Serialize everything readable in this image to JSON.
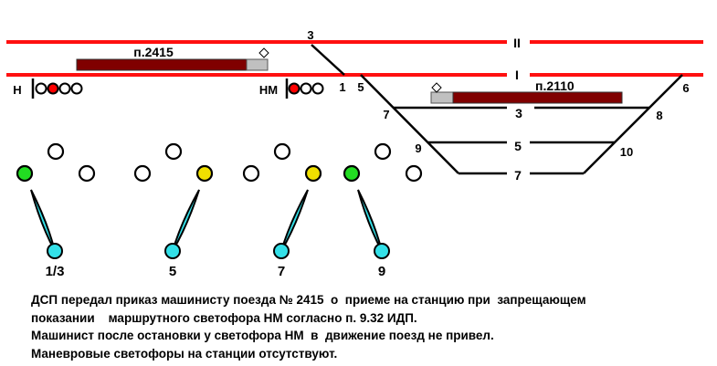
{
  "colors": {
    "track_main": "#ff1010",
    "track_side": "#000000",
    "train": "#800000",
    "train_tail": "#c0c0c0",
    "lever": "#33e0e8",
    "lamp_green": "#22dd22",
    "lamp_yellow": "#f0e000",
    "lamp_red": "#ff0000"
  },
  "tracks": {
    "main_II": "II",
    "main_I": "I",
    "side_3": "3",
    "side_5": "5",
    "side_7": "7"
  },
  "switches": {
    "s1": "1",
    "s3": "3",
    "s5": "5",
    "s6": "6",
    "s7": "7",
    "s8": "8",
    "s9": "9",
    "s10": "10"
  },
  "trains": [
    {
      "label": "п.2415"
    },
    {
      "label": "п.2110"
    }
  ],
  "signals": [
    {
      "label": "Н",
      "lit": "red"
    },
    {
      "label": "НМ",
      "lit": "red"
    }
  ],
  "levers": [
    {
      "label": "1/3",
      "position": "left",
      "lamps": [
        "green",
        "white",
        "white"
      ]
    },
    {
      "label": "5",
      "position": "right",
      "lamps": [
        "white",
        "white",
        "yellow"
      ]
    },
    {
      "label": "7",
      "position": "right",
      "lamps": [
        "white",
        "white",
        "yellow"
      ]
    },
    {
      "label": "9",
      "position": "left",
      "lamps": [
        "green",
        "white",
        "white"
      ]
    }
  ],
  "description": [
    "ДСП передал приказ машинисту поезда № 2415  о  приеме на станцию при  запрещающем",
    "показании    маршрутного светофора НМ согласно п. 9.32 ИДП.",
    "Машинист после остановки у светофора НМ  в  движение поезд не привел.",
    "Маневровые светофоры на станции отсутствуют."
  ]
}
